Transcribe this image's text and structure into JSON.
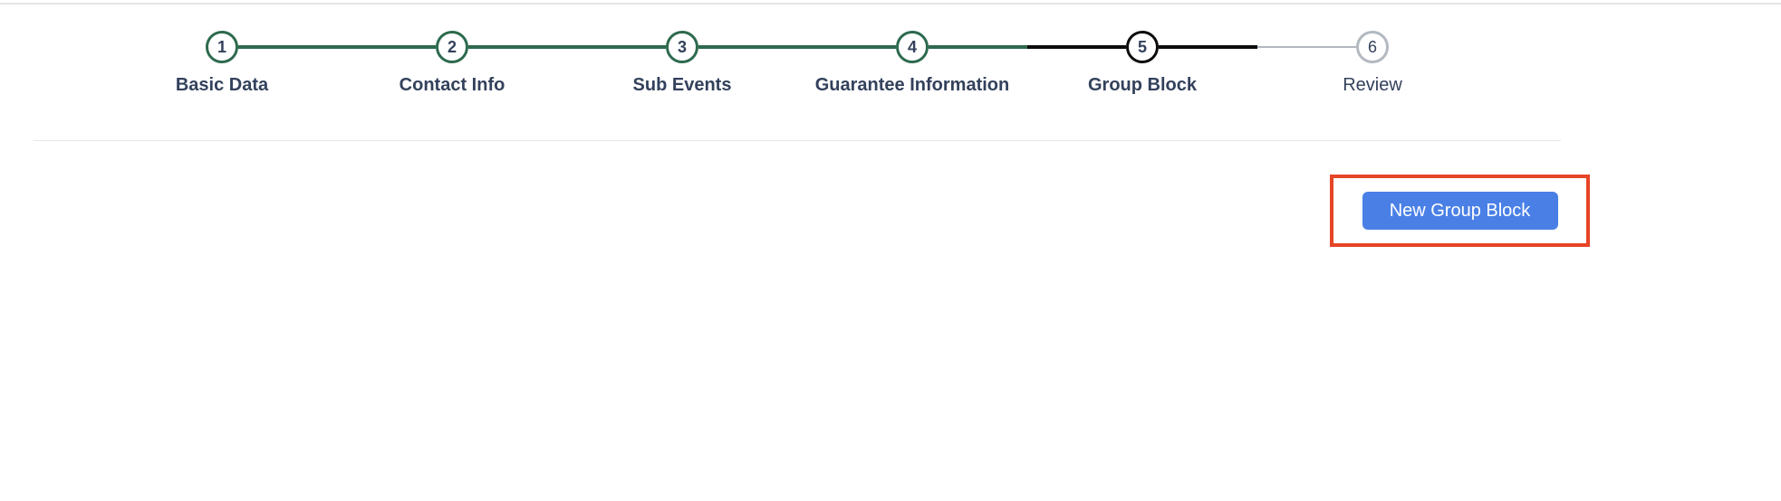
{
  "stepper": {
    "steps": [
      {
        "number": "1",
        "label": "Basic Data",
        "state": "completed"
      },
      {
        "number": "2",
        "label": "Contact Info",
        "state": "completed"
      },
      {
        "number": "3",
        "label": "Sub Events",
        "state": "completed"
      },
      {
        "number": "4",
        "label": "Guarantee Information",
        "state": "completed"
      },
      {
        "number": "5",
        "label": "Group Block",
        "state": "active"
      },
      {
        "number": "6",
        "label": "Review",
        "state": "upcoming"
      }
    ],
    "colors": {
      "completed": "#2d6a4e",
      "active": "#0b0b0b",
      "upcoming": "#b3b9c0",
      "label_text": "#33415c"
    }
  },
  "content": {
    "new_group_block_button": {
      "label": "New Group Block",
      "background": "#4a80e6",
      "text_color": "#ffffff"
    },
    "annotation": {
      "type": "highlight-box",
      "color": "#e64526"
    }
  }
}
